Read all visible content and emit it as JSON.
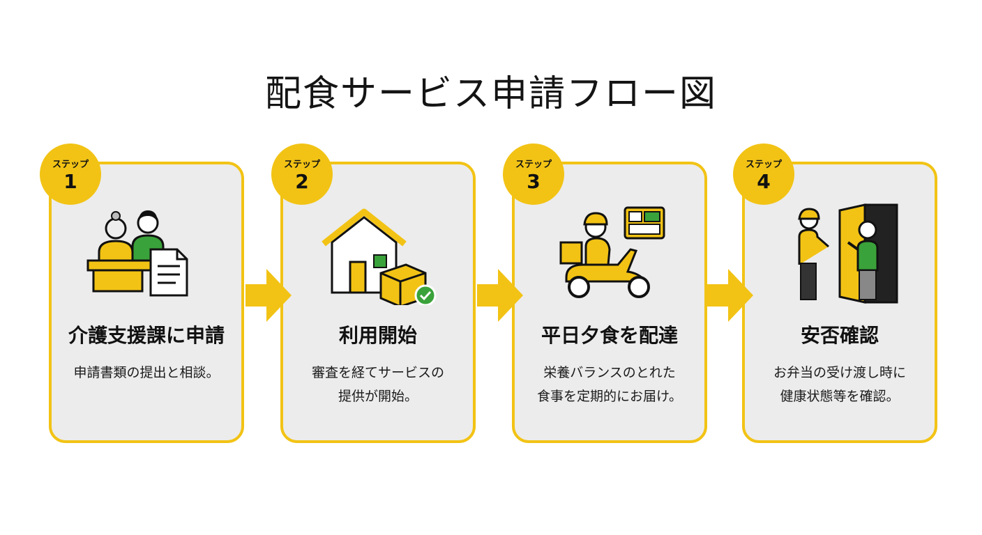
{
  "title": "配食サービス申請フロー図",
  "colors": {
    "accent": "#f2c315",
    "card_bg": "#ececec",
    "green": "#3aa23a",
    "text": "#111111"
  },
  "steps": [
    {
      "label": "ステップ",
      "number": "1",
      "title": "介護支援課に申請",
      "description": "申請書類の提出と相談。",
      "icon": "application-desk-icon"
    },
    {
      "label": "ステップ",
      "number": "2",
      "title": "利用開始",
      "description": "審査を経てサービスの\n提供が開始。",
      "icon": "house-delivery-icon"
    },
    {
      "label": "ステップ",
      "number": "3",
      "title": "平日夕食を配達",
      "description": "栄養バランスのとれた\n食事を定期的にお届け。",
      "icon": "scooter-delivery-icon"
    },
    {
      "label": "ステップ",
      "number": "4",
      "title": "安否確認",
      "description": "お弁当の受け渡し時に\n健康状態等を確認。",
      "icon": "doorstep-check-icon"
    }
  ]
}
